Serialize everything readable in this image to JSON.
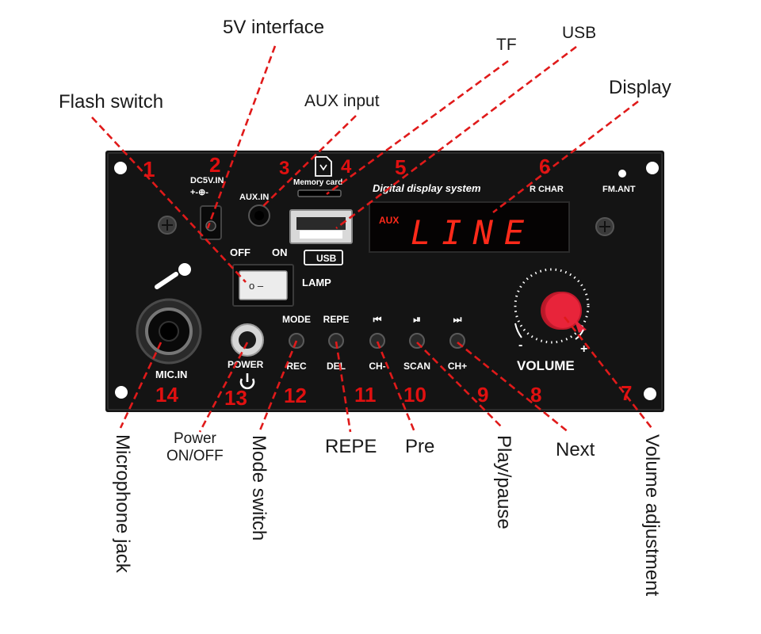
{
  "callouts": {
    "flash_switch": "Flash switch",
    "interface_5v": "5V interface",
    "aux_input": "AUX input",
    "tf": "TF",
    "usb": "USB",
    "display": "Display",
    "microphone_jack": "Microphone jack",
    "power_on_off_line1": "Power",
    "power_on_off_line2": "ON/OFF",
    "mode_switch": "Mode switch",
    "repe": "REPE",
    "pre": "Pre",
    "play_pause": "Play/pause",
    "next": "Next",
    "volume_adjustment": "Volume adjustment"
  },
  "numbers": [
    "1",
    "2",
    "3",
    "4",
    "5",
    "6",
    "7",
    "8",
    "9",
    "10",
    "11",
    "12",
    "13",
    "14"
  ],
  "panel": {
    "dc_label": "DC5V.IN",
    "dc_polarity": "+-⊕-",
    "aux_label": "AUX.IN",
    "memory_card": "Memory card",
    "display_system": "Digital display system",
    "r_char": "R CHAR",
    "fm_ant": "FM.ANT",
    "off": "OFF",
    "on": "ON",
    "usb_badge": "USB",
    "lamp": "LAMP",
    "switch_glyph": "o  –",
    "display_aux": "AUX",
    "display_text": "LINE",
    "mic_in": "MIC.IN",
    "power": "POWER",
    "buttons_top": [
      "MODE",
      "REPE",
      "⏮",
      "⏯",
      "⏭"
    ],
    "buttons_bottom": [
      "REC",
      "DEL",
      "CH-",
      "SCAN",
      "CH+"
    ],
    "volume": "VOLUME",
    "vol_minus": "-",
    "vol_plus": "+"
  },
  "colors": {
    "panel": "#141414",
    "leader": "#e01a1a",
    "display_red": "#ff2a1a",
    "knob_red": "#e8243a"
  }
}
